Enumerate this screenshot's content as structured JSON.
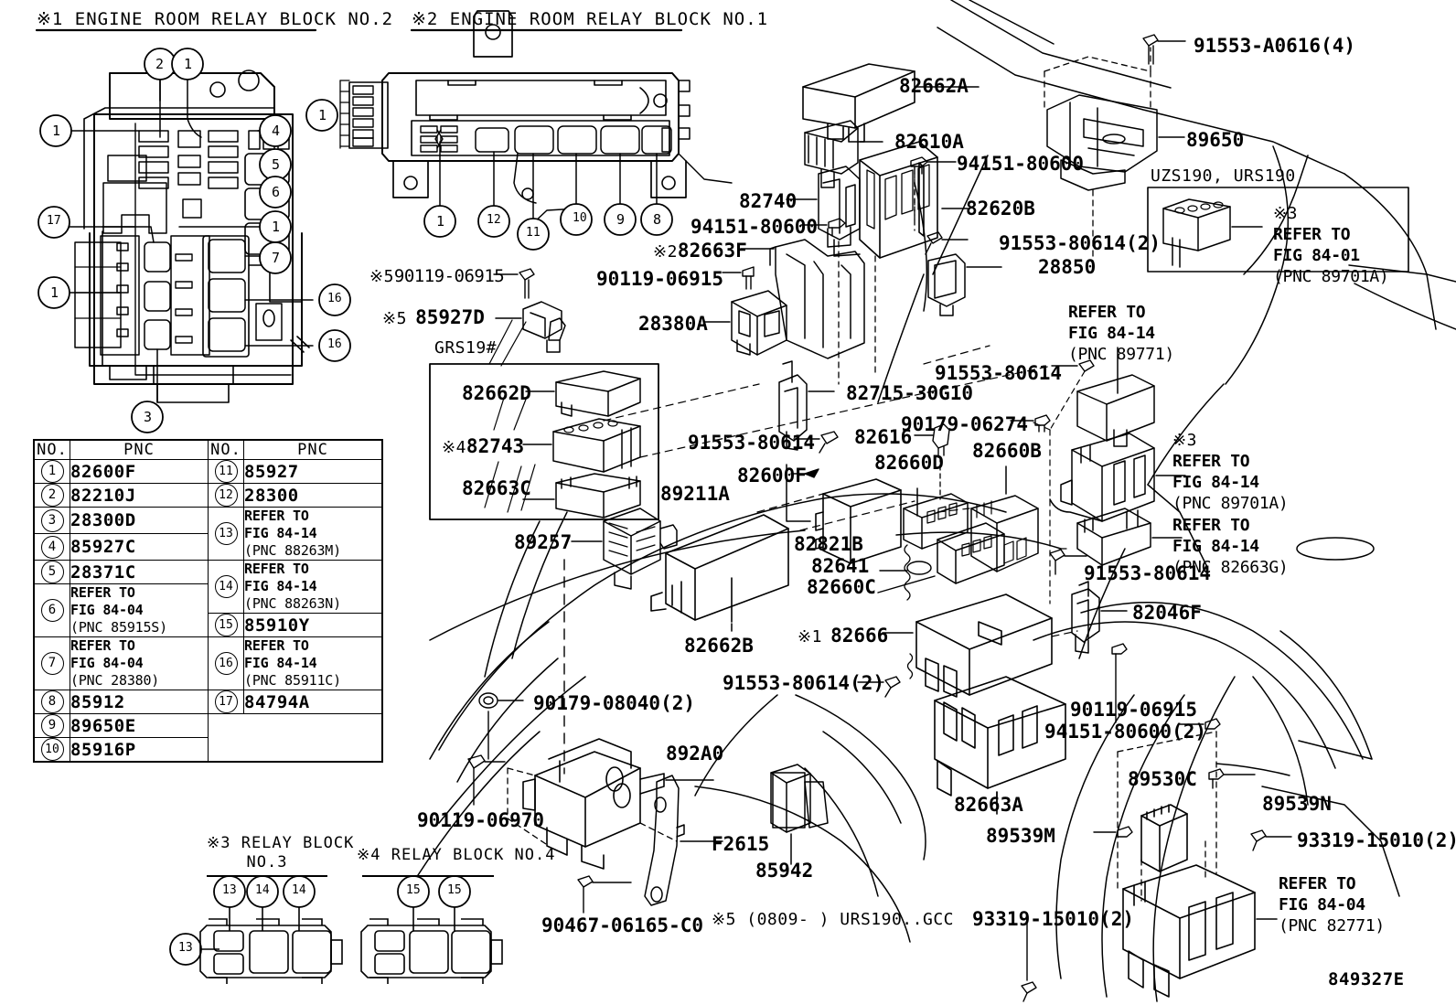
{
  "figure": {
    "id": "849327E",
    "headers": {
      "block2": "※1 ENGINE ROOM RELAY BLOCK NO.2",
      "block1": "※2 ENGINE ROOM RELAY BLOCK NO.1",
      "block3": "※3 RELAY BLOCK",
      "block3_line2": "NO.3",
      "block4": "※4 RELAY BLOCK NO.4",
      "grs": "GRS19#",
      "uzs": "UZS190, URS190"
    },
    "footnote": "※5 (0809-     ) URS190..GCC"
  },
  "pnc_table": {
    "col_headers": [
      "NO.",
      "PNC",
      "NO.",
      "PNC"
    ],
    "left_rows": [
      {
        "no": "1",
        "pnc": "82600F",
        "type": "plain"
      },
      {
        "no": "2",
        "pnc": "82210J",
        "type": "plain"
      },
      {
        "no": "3",
        "pnc": "28300D",
        "type": "plain"
      },
      {
        "no": "4",
        "pnc": "85927C",
        "type": "plain"
      },
      {
        "no": "5",
        "pnc": "28371C",
        "type": "plain"
      },
      {
        "no": "6",
        "type": "refer",
        "line1": "REFER TO",
        "line2": "FIG 84-04",
        "line3": "(PNC 85915S)"
      },
      {
        "no": "7",
        "type": "refer",
        "line1": "REFER TO",
        "line2": "FIG 84-04",
        "line3": "(PNC 28380)"
      },
      {
        "no": "8",
        "pnc": "85912",
        "type": "plain"
      },
      {
        "no": "9",
        "pnc": "89650E",
        "type": "plain"
      },
      {
        "no": "10",
        "pnc": "85916P",
        "type": "plain"
      }
    ],
    "right_rows": [
      {
        "no": "11",
        "pnc": "85927",
        "type": "plain"
      },
      {
        "no": "12",
        "pnc": "28300",
        "type": "plain"
      },
      {
        "no": "13",
        "type": "refer",
        "line1": "REFER TO",
        "line2": "FIG 84-14",
        "line3": "(PNC 88263M)"
      },
      {
        "no": "14",
        "type": "refer",
        "line1": "REFER TO",
        "line2": "FIG 84-14",
        "line3": "(PNC 88263N)"
      },
      {
        "no": "15",
        "pnc": "85910Y",
        "type": "plain"
      },
      {
        "no": "16",
        "type": "refer",
        "line1": "REFER TO",
        "line2": "FIG 84-14",
        "line3": "(PNC 85911C)"
      },
      {
        "no": "17",
        "pnc": "84794A",
        "type": "plain"
      }
    ]
  },
  "callouts": {
    "block2_balloons": [
      "2",
      "1",
      "1",
      "4",
      "5",
      "6",
      "1",
      "17",
      "1",
      "7",
      "1",
      "16",
      "16",
      "3"
    ],
    "block1_balloons": [
      "1",
      "1",
      "12",
      "11",
      "10",
      "9",
      "8"
    ],
    "block3_balloons": [
      "13",
      "14",
      "14",
      "13"
    ],
    "block4_balloons": [
      "15",
      "15"
    ]
  },
  "part_labels": [
    {
      "id": "p82662A",
      "text": "82662A"
    },
    {
      "id": "p82610A",
      "text": "82610A"
    },
    {
      "id": "p94151_80600_a",
      "text": "94151-80600"
    },
    {
      "id": "p82620B",
      "text": "82620B"
    },
    {
      "id": "p82740",
      "text": "82740"
    },
    {
      "id": "p94151_80600_b",
      "text": "94151-80600"
    },
    {
      "id": "p82663F",
      "text": "82663F",
      "prefix": "※2"
    },
    {
      "id": "p91553_80614_2a",
      "text": "91553-80614(2)"
    },
    {
      "id": "p28850",
      "text": "28850"
    },
    {
      "id": "p90119_06915_a",
      "text": "90119-06915",
      "prefix": "※5"
    },
    {
      "id": "p85927D",
      "text": "85927D",
      "prefix": "※5"
    },
    {
      "id": "p90119_06915_b",
      "text": "90119-06915"
    },
    {
      "id": "p28380A",
      "text": "28380A"
    },
    {
      "id": "p82662D",
      "text": "82662D"
    },
    {
      "id": "p82743",
      "text": "82743",
      "prefix": "※4"
    },
    {
      "id": "p82663C",
      "text": "82663C"
    },
    {
      "id": "p89211A",
      "text": "89211A"
    },
    {
      "id": "p82600F",
      "text": "82600F"
    },
    {
      "id": "p82715_30G10",
      "text": "82715-30G10"
    },
    {
      "id": "p91553_80614_b",
      "text": "91553-80614"
    },
    {
      "id": "p91553_80614_c",
      "text": "91553-80614"
    },
    {
      "id": "p82616",
      "text": "82616"
    },
    {
      "id": "p90179_06274",
      "text": "90179-06274"
    },
    {
      "id": "p82660D",
      "text": "82660D"
    },
    {
      "id": "p82660B",
      "text": "82660B"
    },
    {
      "id": "p89257",
      "text": "89257"
    },
    {
      "id": "p82821B",
      "text": "82821B"
    },
    {
      "id": "p82641",
      "text": "82641"
    },
    {
      "id": "p82660C",
      "text": "82660C"
    },
    {
      "id": "p82662B",
      "text": "82662B"
    },
    {
      "id": "p82666",
      "text": "82666",
      "prefix": "※1"
    },
    {
      "id": "p91553_80614_2b",
      "text": "91553-80614(2)"
    },
    {
      "id": "p90179_08040_2",
      "text": "90179-08040(2)"
    },
    {
      "id": "p892A0",
      "text": "892A0"
    },
    {
      "id": "p90119_06970",
      "text": "90119-06970"
    },
    {
      "id": "pF2615",
      "text": "F2615"
    },
    {
      "id": "p85942",
      "text": "85942"
    },
    {
      "id": "p90467_06165_C0",
      "text": "90467-06165-C0"
    },
    {
      "id": "p91553_A0616_4",
      "text": "91553-A0616(4)"
    },
    {
      "id": "p89650",
      "text": "89650"
    },
    {
      "id": "p91553_80614_d",
      "text": "91553-80614"
    },
    {
      "id": "p82046F",
      "text": "82046F"
    },
    {
      "id": "p90119_06915_c",
      "text": "90119-06915"
    },
    {
      "id": "p94151_80600_2",
      "text": "94151-80600(2)"
    },
    {
      "id": "p89530C",
      "text": "89530C"
    },
    {
      "id": "p89539N",
      "text": "89539N"
    },
    {
      "id": "p89539M",
      "text": "89539M"
    },
    {
      "id": "p93319_15010_2a",
      "text": "93319-15010(2)"
    },
    {
      "id": "p93319_15010_2b",
      "text": "93319-15010(2)"
    },
    {
      "id": "p82663A",
      "text": "82663A"
    }
  ],
  "refer_boxes": [
    {
      "id": "r89771",
      "line1": "REFER TO",
      "line2": "FIG 84-14",
      "line3": "(PNC 89771)"
    },
    {
      "id": "r89701A_right",
      "star": "※3",
      "line1": "REFER TO",
      "line2": "FIG 84-14",
      "line3": "(PNC 89701A)"
    },
    {
      "id": "r82663G",
      "line1": "REFER TO",
      "line2": "FIG 84-14",
      "line3": "(PNC 82663G)"
    },
    {
      "id": "r89701A_box",
      "star": "※3",
      "line1": "REFER TO",
      "line2": "FIG 84-01",
      "line3": "(PNC 89701A)"
    },
    {
      "id": "r82771",
      "line1": "REFER TO",
      "line2": "FIG 84-04",
      "line3": "(PNC 82771)"
    }
  ]
}
